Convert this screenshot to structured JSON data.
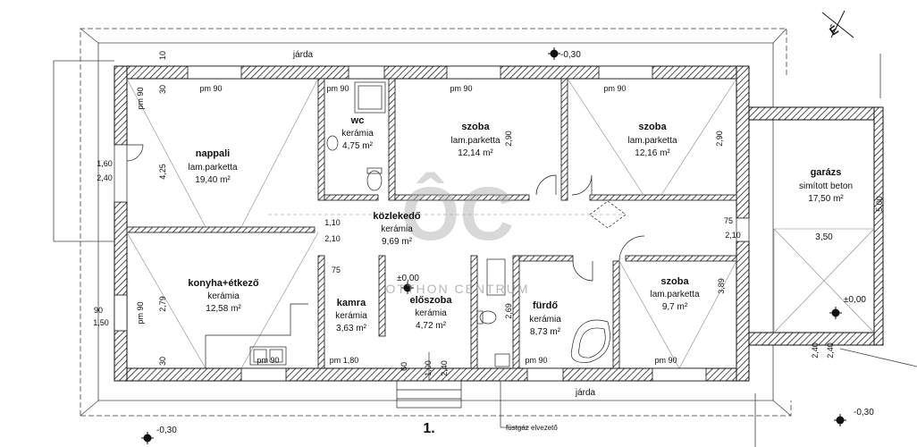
{
  "rooms": {
    "nappali": {
      "name": "nappali",
      "floor": "lam.parketta",
      "area": "19,40 m²"
    },
    "wc": {
      "name": "wc",
      "floor": "kerámia",
      "area": "4,75 m²"
    },
    "szoba1": {
      "name": "szoba",
      "floor": "lam.parketta",
      "area": "12,14 m²"
    },
    "szoba2": {
      "name": "szoba",
      "floor": "lam.parketta",
      "area": "12,16 m²"
    },
    "garazs": {
      "name": "garázs",
      "floor": "simított beton",
      "area": "17,50 m²"
    },
    "kozlekedo": {
      "name": "közlekedő",
      "floor": "kerámia",
      "area": "9,69 m²"
    },
    "konyha": {
      "name": "konyha+étkező",
      "floor": "kerámia",
      "area": "12,58 m²"
    },
    "kamra": {
      "name": "kamra",
      "floor": "kerámia",
      "area": "3,63 m²"
    },
    "eloszoba": {
      "name": "előszoba",
      "floor": "kerámia",
      "area": "4,72 m²"
    },
    "furdo": {
      "name": "fürdő",
      "floor": "kerámia",
      "area": "8,73 m²"
    },
    "szoba3": {
      "name": "szoba",
      "floor": "lam.parketta",
      "area": "9,7 m²"
    }
  },
  "labels": {
    "jarda_top": "járda",
    "jarda_bottom": "járda",
    "level_top": "-0,30",
    "level_bl": "-0,30",
    "level_br": "-0,30",
    "level_entry": "±0,00",
    "level_garage": "±0,00",
    "entry_number": "1.",
    "flue_note": "füstgáz elvezető",
    "north_mark": "É",
    "watermark_main": "ÔC",
    "watermark_sub": "OTTHON CENTRUM"
  },
  "dims": {
    "pm1": "pm 90",
    "pm2": "pm 90",
    "pm3": "pm 90",
    "pm4": "pm 90",
    "pm5": "pm 90",
    "pm6": "pm 90",
    "pm7": "pm 90",
    "pm8": "pm 1,80",
    "pm9": "pm 90",
    "pm10": "pm 90",
    "d160": "1,60",
    "d240": "2,40",
    "d425": "4,25",
    "d279": "2,79",
    "d90": "90",
    "d150": "1,50",
    "d290": "2,90",
    "d290b": "2,90",
    "d110": "1,10",
    "d210": "2,10",
    "d210b": "2,10",
    "d350": "3,50",
    "d500": "5,00",
    "d75": "75",
    "d75b": "75",
    "d389": "3,89",
    "d269": "2,69",
    "d100": "1,00",
    "d240b": "2,40",
    "d240c": "2,40",
    "d240d": "2,40",
    "d60": "60",
    "d30a": "30",
    "d30b": "30",
    "d10a": "10"
  }
}
